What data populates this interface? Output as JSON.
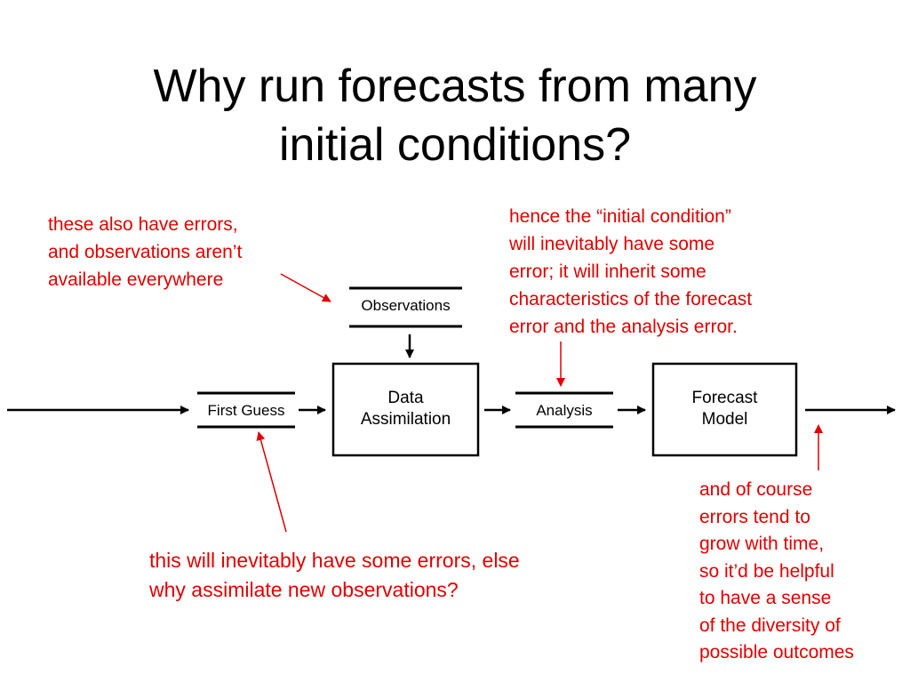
{
  "title": {
    "lines": [
      "Why run forecasts from many",
      "initial conditions?"
    ]
  },
  "diagram": {
    "nodes": {
      "observations": "Observations",
      "first_guess": "First Guess",
      "data_assimilation": [
        "Data",
        "Assimilation"
      ],
      "analysis": "Analysis",
      "forecast_model": [
        "Forecast",
        "Model"
      ]
    }
  },
  "annotations": {
    "observations_note": [
      "these also have errors,",
      "and observations aren’t",
      "available everywhere"
    ],
    "analysis_note": [
      "hence the “initial condition”",
      "will inevitably have some",
      "error; it will inherit some",
      "characteristics of the forecast",
      "error and the analysis error."
    ],
    "first_guess_note": [
      "this will inevitably have some errors, else",
      "why assimilate new observations?"
    ],
    "forecast_note": [
      "and of course",
      "errors tend to",
      "grow with time,",
      "so it’d be helpful",
      "to have a sense",
      "of the diversity of",
      "possible outcomes"
    ]
  },
  "colors": {
    "annotation": "#e00000",
    "diagram": "#000000"
  }
}
